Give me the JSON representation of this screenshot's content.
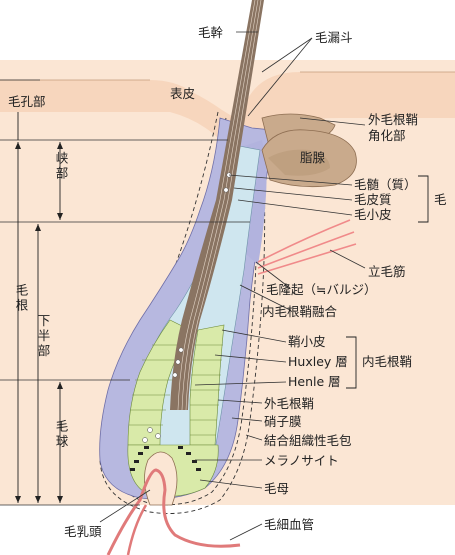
{
  "labels": {
    "hair_shaft": "毛幹",
    "funnel": "毛漏斗",
    "epidermis": "表皮",
    "pore_part": "毛孔部",
    "outer_sheath_keratin_1": "外毛根鞘",
    "outer_sheath_keratin_2": "角化部",
    "sebaceous": "脂腺",
    "isthmus": "峡部",
    "medulla": "毛髄（質）",
    "cortex": "毛皮質",
    "cuticle": "毛小皮",
    "hair": "毛",
    "arrector": "立毛筋",
    "bulge": "毛隆起（≒バルジ）",
    "inner_fusion": "内毛根鞘融合",
    "root": "毛根",
    "lower": "下半部",
    "sheath_cuticle": "鞘小皮",
    "huxley": "Huxley 層",
    "henle": "Henle 層",
    "inner_root_sheath": "内毛根鞘",
    "outer_root_sheath": "外毛根鞘",
    "glassy": "硝子膜",
    "ct_sheath": "結合組織性毛包",
    "melanocyte": "メラノサイト",
    "bulb": "毛球",
    "matrix": "毛母",
    "papilla": "毛乳頭",
    "capillary": "毛細血管"
  },
  "colors": {
    "skin": "#fbe6d4",
    "epidermis": "#f7d6bd",
    "sheath": "#b7b8e0",
    "keratin": "#c9aa8c",
    "inner_sheath": "#cfe6ef",
    "shaft": "#8a7462",
    "huxley": "#d9eaa9",
    "capillary": "#e07a7a",
    "muscle": "#f08a8a"
  }
}
